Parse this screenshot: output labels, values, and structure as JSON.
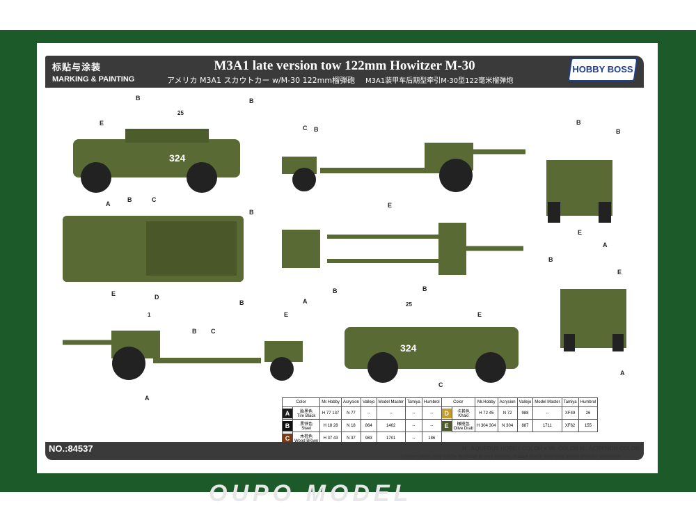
{
  "header": {
    "title": "M3A1  late version tow 122mm Howitzer M-30",
    "section_cn": "标贴与涂装",
    "section_en": "MARKING & PAINTING",
    "subtitle_jp": "アメリカ M3A1 スカウトカー w/M-30 122mm榴弾砲",
    "subtitle_cn": "M3A1装甲车后期型牵引M-30型122毫米榴弹炮"
  },
  "brand": {
    "logo_text": "HOBBY BOSS"
  },
  "product": {
    "number": "NO.:84537"
  },
  "vehicle": {
    "hull_number": "324",
    "decal_25": "25",
    "decal_1": "1"
  },
  "callouts": [
    "A",
    "B",
    "C",
    "E",
    "D"
  ],
  "color_table": {
    "headers": [
      "Color",
      "Mr.Hobby",
      "Acrysion",
      "Vallejo",
      "Model Master",
      "Tamiya",
      "Humbrol"
    ],
    "rows": [
      {
        "key": "A",
        "color": "#1a1a1a",
        "name_cn": "胎黑色",
        "name_en": "Tire Black",
        "mrhobby": "H 77 137",
        "acrysion": "N 77",
        "vallejo": "--",
        "mm": "--",
        "tamiya": "--",
        "humbrol": "--"
      },
      {
        "key": "B",
        "color": "#111111",
        "name_cn": "黑铁色",
        "name_en": "Steel",
        "mrhobby": "H 18 28",
        "acrysion": "N 18",
        "vallejo": "864",
        "mm": "1402",
        "tamiya": "--",
        "humbrol": "--"
      },
      {
        "key": "C",
        "color": "#7a3b16",
        "name_cn": "木棕色",
        "name_en": "Wood Brown",
        "mrhobby": "H 37 43",
        "acrysion": "N 37",
        "vallejo": "983",
        "mm": "1701",
        "tamiya": "--",
        "humbrol": "186"
      },
      {
        "key": "D",
        "color": "#c79a2e",
        "name_cn": "卡其色",
        "name_en": "Khaki",
        "mrhobby": "H 72 45",
        "acrysion": "N 72",
        "vallejo": "988",
        "mm": "--",
        "tamiya": "XF49",
        "humbrol": "26"
      },
      {
        "key": "E",
        "color": "#4f5a2a",
        "name_cn": "橄榄色",
        "name_en": "Olive Drab",
        "mrhobby": "H 304 304",
        "acrysion": "N 304",
        "vallejo": "887",
        "mm": "1711",
        "tamiya": "XF62",
        "humbrol": "155"
      }
    ],
    "legend": "H□ AQUEOUS HOBBY COLOR   ■ Mr. COLOR   N□ ACRYSION COLOR",
    "note": "※Some paints may not be available in your country. Please check your local hobby shop for substitute"
  }
}
